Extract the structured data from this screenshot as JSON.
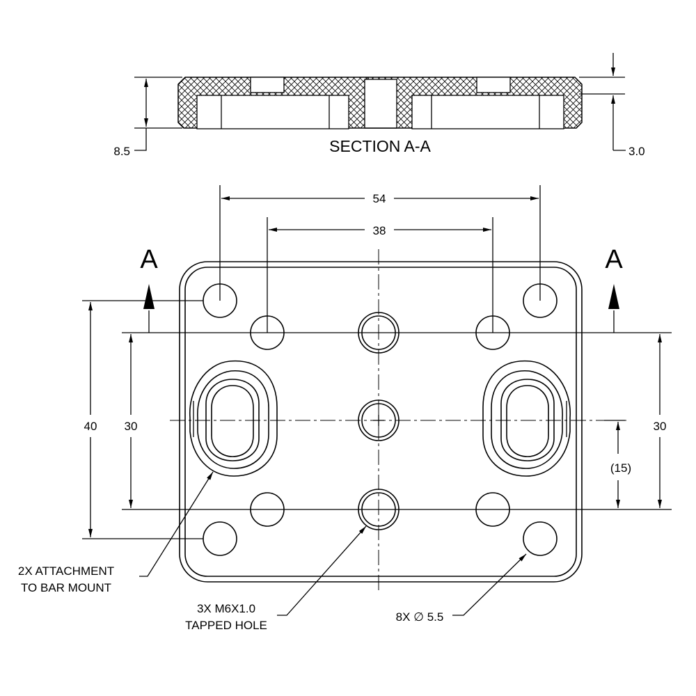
{
  "section_view": {
    "title": "SECTION A-A",
    "dim_thickness": "8.5",
    "dim_recess": "3.0"
  },
  "dimensions": {
    "d54": "54",
    "d38": "38",
    "d40": "40",
    "d30_left": "30",
    "d30_right": "30",
    "d15": "(15)"
  },
  "section_markers": {
    "left": "A",
    "right": "A"
  },
  "callouts": {
    "attachment_line1": "2X ATTACHMENT",
    "attachment_line2": "TO BAR MOUNT",
    "tapped_line1": "3X M6X1.0",
    "tapped_line2": "TAPPED HOLE",
    "holes": "8X ∅ 5.5"
  }
}
